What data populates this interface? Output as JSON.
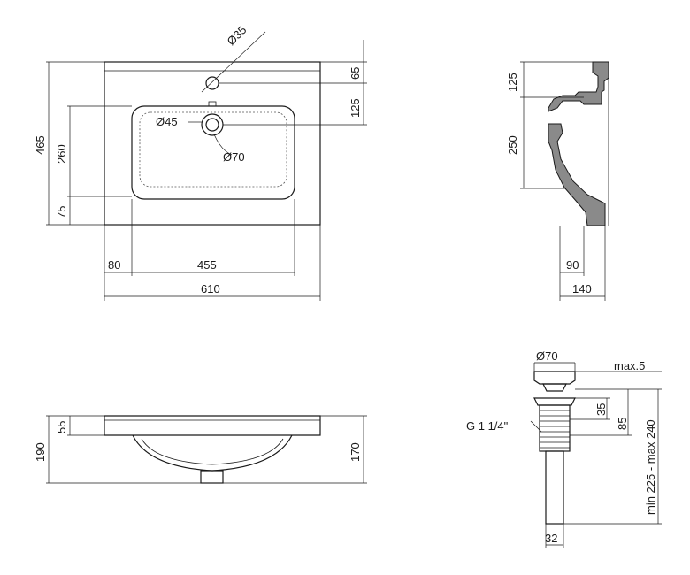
{
  "top_view": {
    "dims": {
      "d35": "Ø35",
      "d65": "65",
      "d125": "125",
      "d465": "465",
      "d260": "260",
      "d75": "75",
      "d45": "Ø45",
      "d70": "Ø70",
      "d80": "80",
      "d455": "455",
      "d610": "610"
    }
  },
  "side_view": {
    "dims": {
      "d125": "125",
      "d250": "250",
      "d90": "90",
      "d140": "140"
    }
  },
  "front_view": {
    "dims": {
      "d55": "55",
      "d190": "190",
      "d170": "170"
    }
  },
  "drain": {
    "dims": {
      "d70": "Ø70",
      "max5": "max.5",
      "d35": "35",
      "d85": "85",
      "range": "min 225 - max 240",
      "thread": "G 1 1/4\"",
      "d32": "32"
    }
  }
}
